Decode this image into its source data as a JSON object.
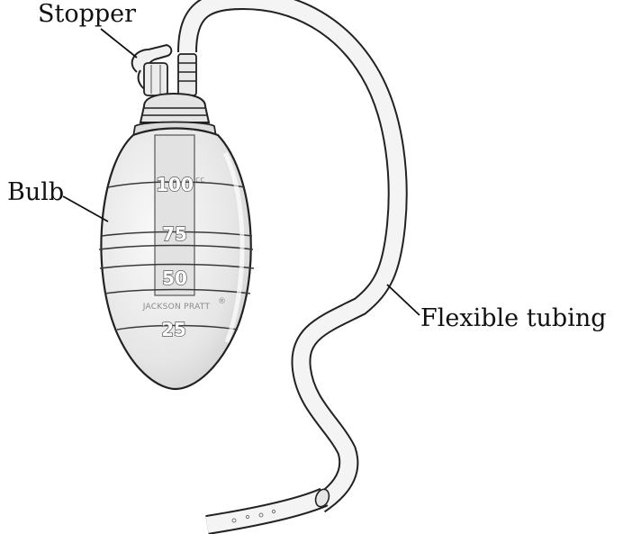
{
  "labels": {
    "stopper": "Stopper",
    "bulb": "Bulb",
    "tubing": "Flexible tubing"
  },
  "bulb_markings": {
    "m100": "100",
    "m100_unit": "cc",
    "m75": "75",
    "m50": "50",
    "m25": "25",
    "brand": "JACKSON PRATT",
    "brand_mark": "®"
  },
  "colors": {
    "line": "#222222",
    "bulb_fill": "#ededed",
    "tube_fill": "#f4f4f4"
  }
}
